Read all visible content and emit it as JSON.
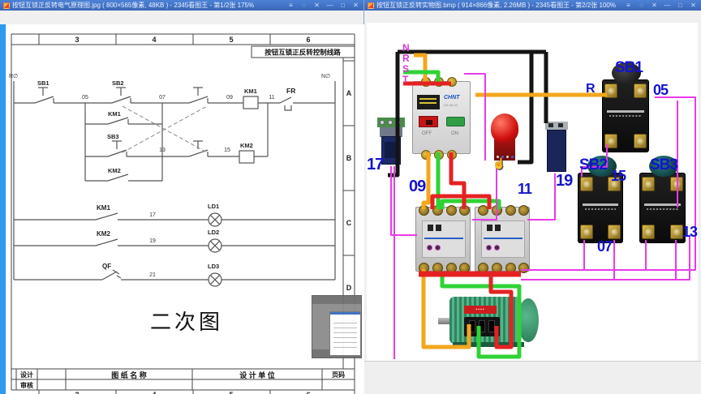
{
  "left_window": {
    "title": "按钮互锁正反转电气原理图.jpg ( 800×565像素, 48KB ) - 2345看图王 - 第1/2张 175%",
    "controls": [
      "≡",
      "◌",
      "✕",
      "—",
      "□",
      "✕"
    ]
  },
  "right_window": {
    "title": "按钮互锁正反转实物图.bmp ( 914×866像素, 2.26MB ) - 2345看图王 - 第2/2张 100%",
    "controls": [
      "≡",
      "◌",
      "✕",
      "—",
      "□",
      "✕"
    ]
  },
  "schematic": {
    "title_box": "按钮互锁正反转控制线路",
    "big_title": "二次图",
    "phase_left": "R∅",
    "phase_right": "N∅",
    "top_numbers": [
      "3",
      "4",
      "5",
      "6"
    ],
    "bottom_numbers": [
      "3",
      "4",
      "5",
      "6"
    ],
    "row_letters": [
      "A",
      "B",
      "C",
      "D"
    ],
    "wires": {
      "n05": "05",
      "n07": "07",
      "n09": "09",
      "n11": "11",
      "n13": "13",
      "n15": "15",
      "n17": "17",
      "n19": "19",
      "n21": "21"
    },
    "devices": {
      "sb1": "SB1",
      "sb2": "SB2",
      "sb3": "SB3",
      "km1": "KM1",
      "km1_aux": "KM1",
      "km2": "KM2",
      "km2_aux": "KM2",
      "km1_ind": "KM1",
      "km2_ind": "KM2",
      "fr": "FR",
      "qf": "QF",
      "ld1": "LD1",
      "ld2": "LD2",
      "ld3": "LD3"
    },
    "title_block": {
      "design": "设计",
      "review": "审核",
      "drawing_name": "图 纸 名 称",
      "design_unit": "设 计 单 位",
      "page_no": "页码"
    }
  },
  "photo": {
    "phase_labels": [
      "N",
      "R",
      "S",
      "T"
    ],
    "breaker": {
      "brand": "CHNT",
      "model": "DZ-08-03",
      "off_label": "OFF",
      "on_label": "ON"
    },
    "labels": {
      "t17": "17",
      "t09": "09",
      "t11": "11",
      "t19": "19",
      "r": "R",
      "sb1": "SB1",
      "t05": "05",
      "sb2": "SB2",
      "t15": "15",
      "sb3": "SB3",
      "t07": "07",
      "t13": "13"
    }
  },
  "colors": {
    "titlebar": "#4376c8",
    "label_blue": "#1414cc",
    "label_magenta": "#d836d8",
    "wire_black": "#141414",
    "wire_orange": "#f2a71c",
    "wire_green": "#2fd334",
    "wire_red": "#e52222",
    "wire_magenta": "#e93ae9"
  }
}
